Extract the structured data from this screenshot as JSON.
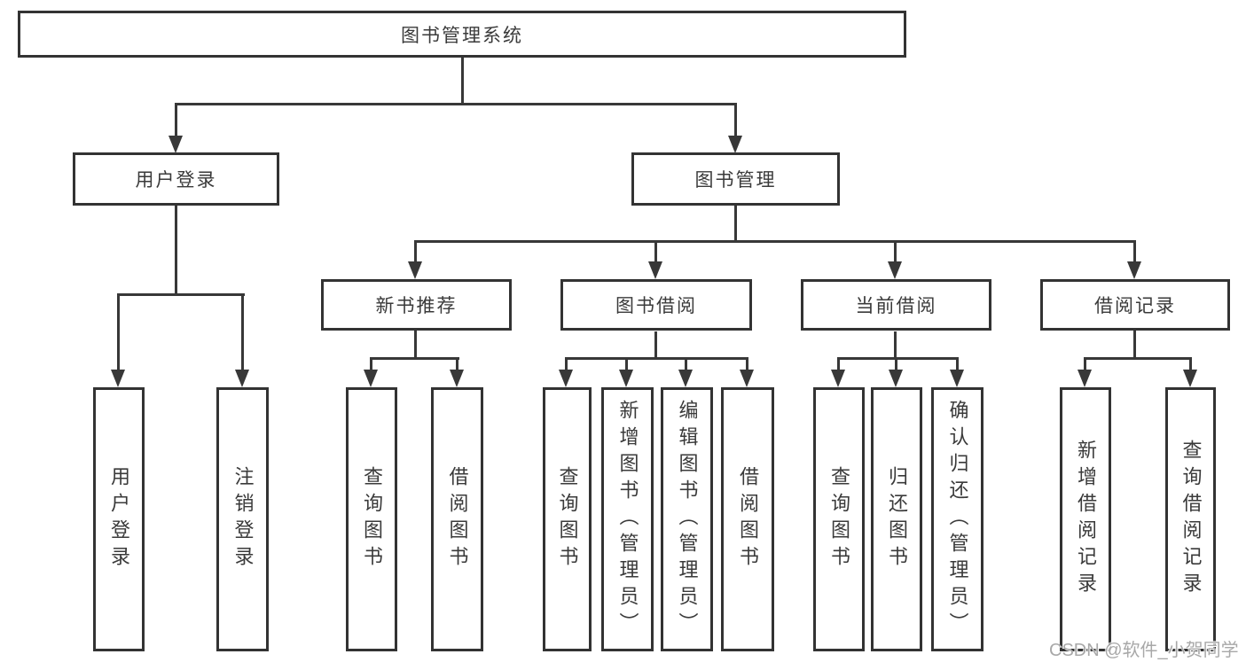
{
  "diagram_type": "hierarchy-tree",
  "tree": {
    "root": {
      "label": "图书管理系统",
      "children": [
        {
          "label": "用户登录",
          "children": [
            {
              "label": "用户登录"
            },
            {
              "label": "注销登录"
            }
          ]
        },
        {
          "label": "图书管理",
          "children": [
            {
              "label": "新书推荐",
              "children": [
                {
                  "label": "查询图书"
                },
                {
                  "label": "借阅图书"
                }
              ]
            },
            {
              "label": "图书借阅",
              "children": [
                {
                  "label": "查询图书"
                },
                {
                  "label": "新增图书（管理员）"
                },
                {
                  "label": "编辑图书（管理员）"
                },
                {
                  "label": "借阅图书"
                }
              ]
            },
            {
              "label": "当前借阅",
              "children": [
                {
                  "label": "查询图书"
                },
                {
                  "label": "归还图书"
                },
                {
                  "label": "确认归还（管理员）"
                }
              ]
            },
            {
              "label": "借阅记录",
              "children": [
                {
                  "label": "新增借阅记录"
                },
                {
                  "label": "查询借阅记录"
                }
              ]
            }
          ]
        }
      ]
    }
  },
  "watermark": {
    "text": "CSDN @软件_小贺同学"
  },
  "colors": {
    "line": "#383838",
    "box_border": "#333333",
    "text": "#3a3a3a",
    "background": "#ffffff",
    "watermark": "#a8a8a8"
  }
}
